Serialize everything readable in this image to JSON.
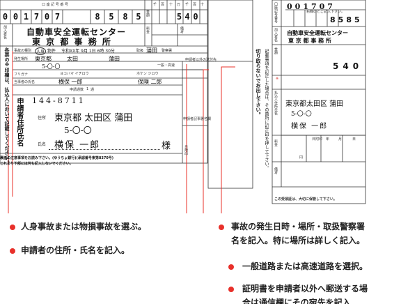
{
  "colors": {
    "accent": "#e8302a",
    "line": "#333333"
  },
  "form": {
    "header_label": "口 座 記 号 番 号",
    "account_digits": [
      "0",
      "0",
      "1",
      "7",
      "0",
      "7",
      "",
      "",
      "8",
      "5",
      "8",
      "5"
    ],
    "amount_header": [
      "千",
      "百",
      "十",
      "万",
      "千",
      "百",
      "十",
      "円"
    ],
    "amount_label": "金額",
    "amount_digits": [
      "5",
      "4",
      "0"
    ],
    "fee_label": "料金",
    "notes_label": "備考",
    "payee_label": "加入者名",
    "payee_line1": "自動車安全運転センター",
    "payee_line2": "東 京 都 事 務 所",
    "left_vertical_note": "各票の※印欄は、払込人において記載してください。",
    "row_accident_type": "事故の種別",
    "row_accident_opt1": "人身",
    "row_accident_opt2": "物件",
    "row_datetime": "発生日時",
    "row_datetime_value": "令和XX年 9月 1日 6時 30分",
    "row_police": "取扱",
    "row_police_value": "蒲田",
    "row_police_suffix": "警察署",
    "row_location": "発生場所",
    "row_location_ward": "東京都",
    "row_location_city": "太田",
    "row_location_town": "蒲田",
    "row_road_type": "一般・高速",
    "row_location_addr": "5-〇-〇",
    "row_furigana": "フリガナ",
    "row_party_kana": "ヨコハマ イチロウ",
    "row_party_kana2": "ホケン ジロウ",
    "row_party_name_label": "当事者の氏名",
    "row_party_name": "横保 一郎",
    "row_party2_name": "保険 二郎",
    "row_count": "申請通数",
    "row_count_value": "1",
    "row_count_unit": "通",
    "applicant_label": "申請者住所氏名",
    "postcode": [
      "1",
      "4",
      "4",
      "-",
      "8",
      "7",
      "1",
      "1"
    ],
    "address_label": "住所",
    "address_value": "東京都 太田区 蒲田",
    "address_value2": "5-〇-〇",
    "name_label": "氏名",
    "name_value": "横保 一郎",
    "name_suffix": "様",
    "footer_note1": "裏面の注意事項をお読み下さい。(ゆうちょ銀行)(承認番号東第8370号)",
    "footer_note2": "これより下部には何も記入しないでください。",
    "mail_address_box": "申請者以外の送付先",
    "police_box": "申請者記事署名欄",
    "date_stamp": "日附印",
    "vertical_note_cut": "切り取らないでお出し下さい。",
    "vertical_note_correct": "記載事項を訂正した場合は、その箇所に訂正印を押して下さい。",
    "receipt_title": "口座記号番号",
    "receipt_subtitle": "右欄のとご記入下さい。",
    "receipt_digits": [
      "0",
      "0",
      "1",
      "7",
      "0",
      "7"
    ],
    "receipt_digits2": [
      "8",
      "5",
      "8",
      "5"
    ],
    "receipt_payee_label": "加入者名",
    "receipt_payee1": "自動車安全運転センター",
    "receipt_payee2": "東 京 都 事 務 所",
    "receipt_amount_label": "金額",
    "receipt_amount_digits": [
      "5",
      "4",
      "0"
    ],
    "receipt_payer_label": "払込人住所氏名",
    "receipt_payer_mark": "※",
    "receipt_payer_addr": "東京都太田区 蒲田",
    "receipt_payer_addr2": "5-〇-〇",
    "receipt_payer_name": "横保 一郎",
    "receipt_fee_label": "料金",
    "receipt_fee_unit": "円",
    "receipt_date_label": "日附印",
    "receipt_date_cols": [
      "年",
      "月",
      "日"
    ],
    "receipt_notes_label": "備考",
    "receipt_footer": "この受領証は、大切に保管して下さい。"
  },
  "callouts": [
    {
      "text": "人身事故または物損事故を選ぶ。"
    },
    {
      "text": "申請者の住所・氏名を記入。"
    },
    {
      "text": "事故の発生日時・場所・取扱警察署"
    },
    {
      "text": "名を記入。特に場所は詳しく記入。"
    },
    {
      "text": "一般道路または高速道路を選択。"
    },
    {
      "text": "証明書を申請者以外へ郵送する場"
    },
    {
      "text": "合は通信欄にその宛先を記入"
    }
  ]
}
